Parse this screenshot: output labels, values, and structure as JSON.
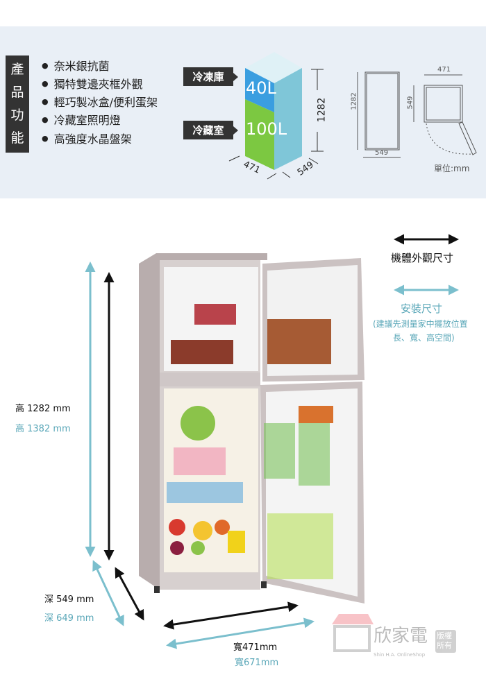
{
  "features_box": {
    "title_chars": [
      "產",
      "品",
      "功",
      "能"
    ]
  },
  "features": [
    "奈米銀抗菌",
    "獨特雙邊夾框外觀",
    "輕巧製冰盒/便利蛋架",
    "冷藏室照明燈",
    "高強度水晶盤架"
  ],
  "compartments": [
    {
      "label": "冷凍庫",
      "volume": "40L",
      "color": "#3a9ee0"
    },
    {
      "label": "冷藏室",
      "volume": "100L",
      "color": "#7cc841"
    }
  ],
  "cube_dims": {
    "height": "1282",
    "width": "471",
    "depth": "549"
  },
  "side_view": {
    "height": "1282",
    "depth": "549"
  },
  "top_view": {
    "width": "471",
    "depth": "549"
  },
  "unit": "單位:mm",
  "legend": {
    "body_label": "機體外觀尺寸",
    "install_label": "安裝尺寸",
    "install_note1": "(建議先測量家中擺放位置",
    "install_note2": "長、寬、高空間)"
  },
  "dimensions": {
    "height_body": "高 1282 mm",
    "height_install": "高 1382 mm",
    "depth_body": "深 549 mm",
    "depth_install": "深 649 mm",
    "width_body": "寬471mm",
    "width_install": "寬671mm"
  },
  "watermark": {
    "brand": "欣家電",
    "sub": "Shin H.A. OnlineShop",
    "stamp": "版權所有"
  },
  "colors": {
    "banner": "#e9eff6",
    "teal": "#5aa7b8",
    "dark": "#333333"
  }
}
